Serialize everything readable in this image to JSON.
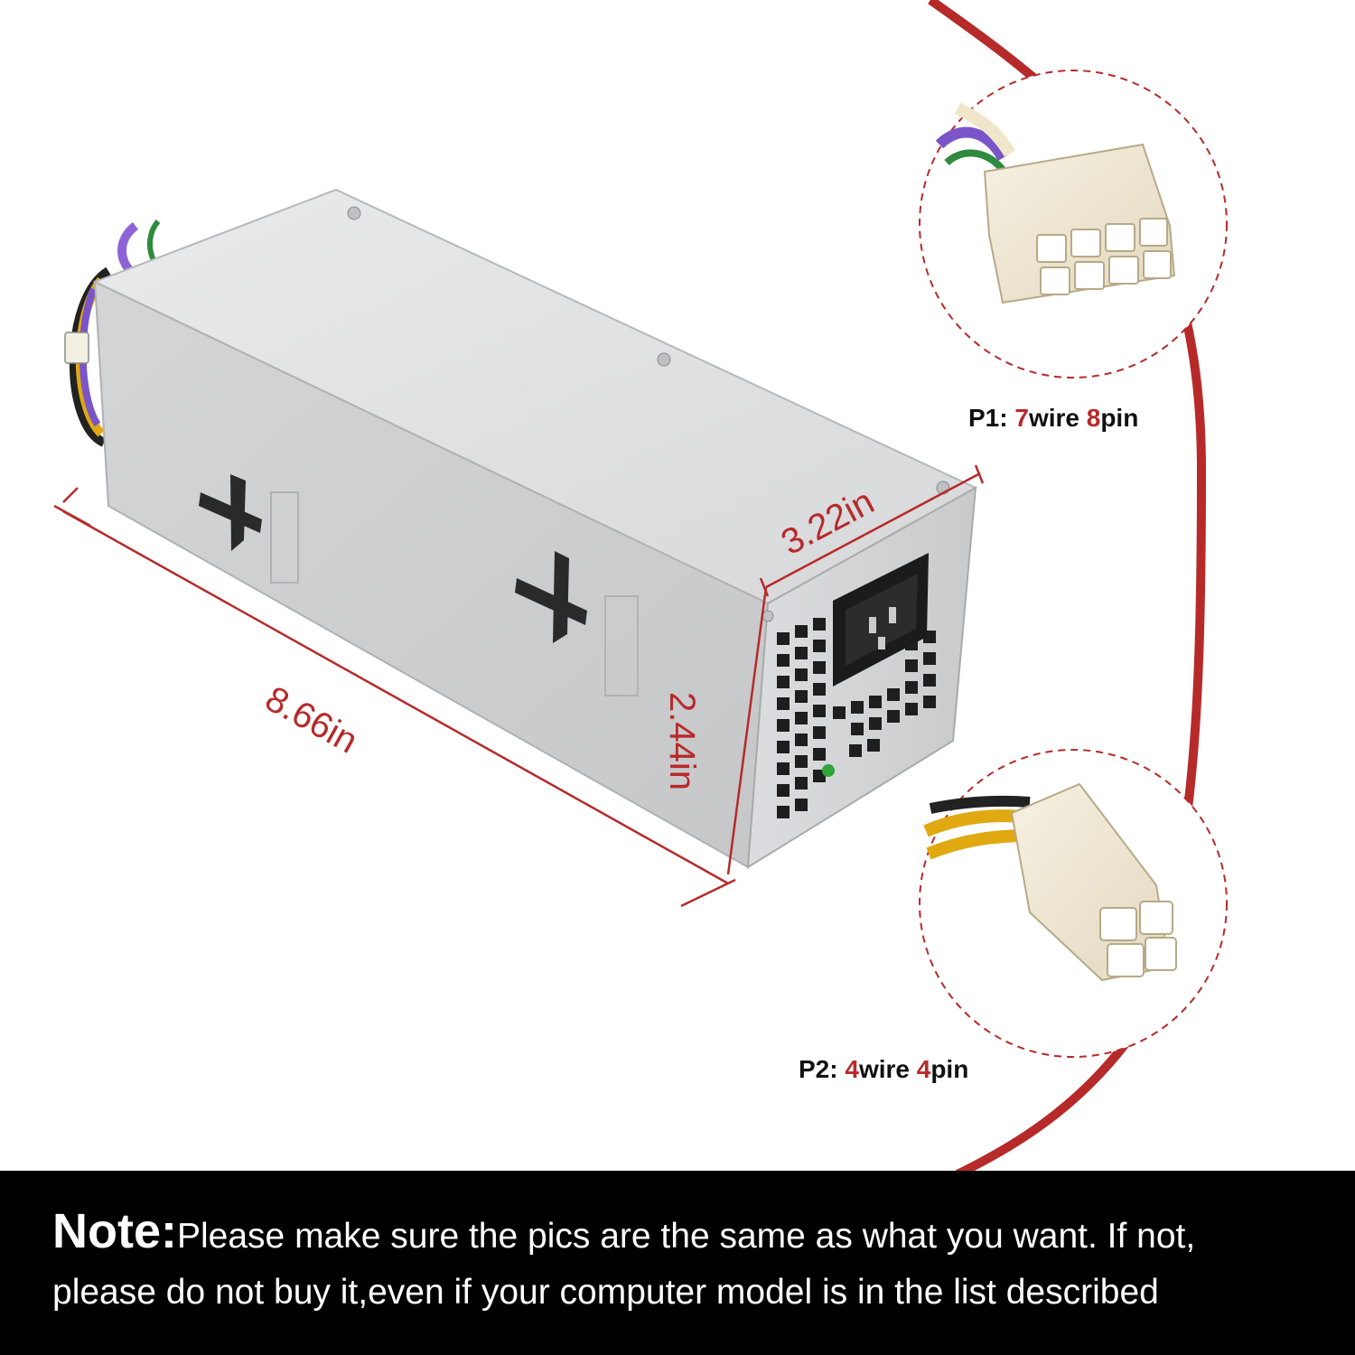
{
  "dimensions": {
    "length": "8.66in",
    "width": "3.22in",
    "height": "2.44in"
  },
  "connectors": {
    "p1": {
      "prefix": "P1: ",
      "wire_count": "7",
      "wire_word": "wire ",
      "pin_count": "8",
      "pin_word": "pin"
    },
    "p2": {
      "prefix": "P2: ",
      "wire_count": "4",
      "wire_word": "wire ",
      "pin_count": "4",
      "pin_word": "pin"
    }
  },
  "note": {
    "heading": "Note:",
    "line1": "Please make sure the pics are the same as what you want. If not,",
    "line2": "please do not buy it,even if your computer model is in the list described"
  },
  "colors": {
    "accent_red": "#b72a2a",
    "psu_silver": "#cfd0d2",
    "note_background": "#000000"
  },
  "icons": [
    "power-supply-unit",
    "8-pin-connector",
    "4-pin-connector",
    "ac-inlet-socket"
  ]
}
